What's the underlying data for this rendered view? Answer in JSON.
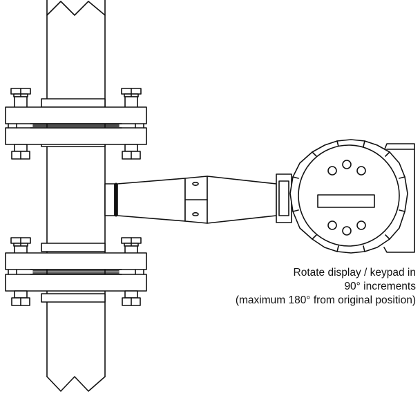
{
  "caption": {
    "line1": "Rotate display / keypad in",
    "line2": "90° increments",
    "line3": "(maximum 180° from original position)"
  },
  "colors": {
    "line": "#111111",
    "background": "#ffffff"
  }
}
